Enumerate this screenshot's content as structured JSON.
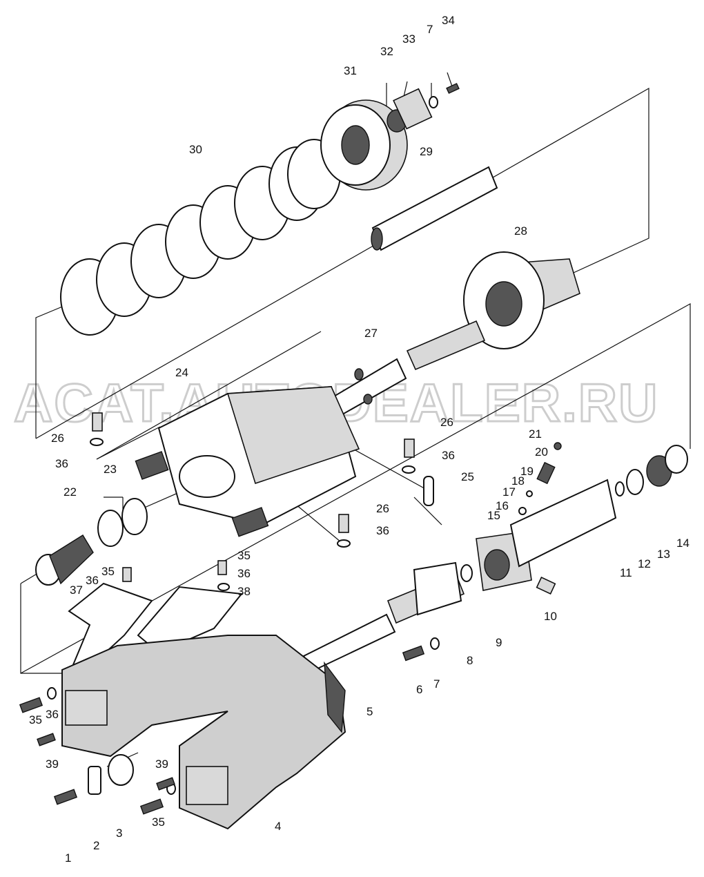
{
  "watermark": "ACAT.AUTODEALER.RU",
  "callouts": [
    "1",
    "2",
    "3",
    "4",
    "5",
    "6",
    "7",
    "8",
    "9",
    "10",
    "11",
    "12",
    "13",
    "14",
    "15",
    "16",
    "17",
    "18",
    "19",
    "20",
    "21",
    "22",
    "23",
    "24",
    "25",
    "26",
    "27",
    "28",
    "29",
    "30",
    "31",
    "32",
    "33",
    "34",
    "35",
    "36",
    "37",
    "38",
    "39"
  ],
  "extra_callouts": {
    "c7b": "7",
    "c26b": "26",
    "c26c": "26",
    "c35b": "35",
    "c35c": "35",
    "c35d": "35",
    "c36b": "36",
    "c36c": "36",
    "c36d": "36",
    "c36e": "36",
    "c36f": "36",
    "c39b": "39"
  }
}
